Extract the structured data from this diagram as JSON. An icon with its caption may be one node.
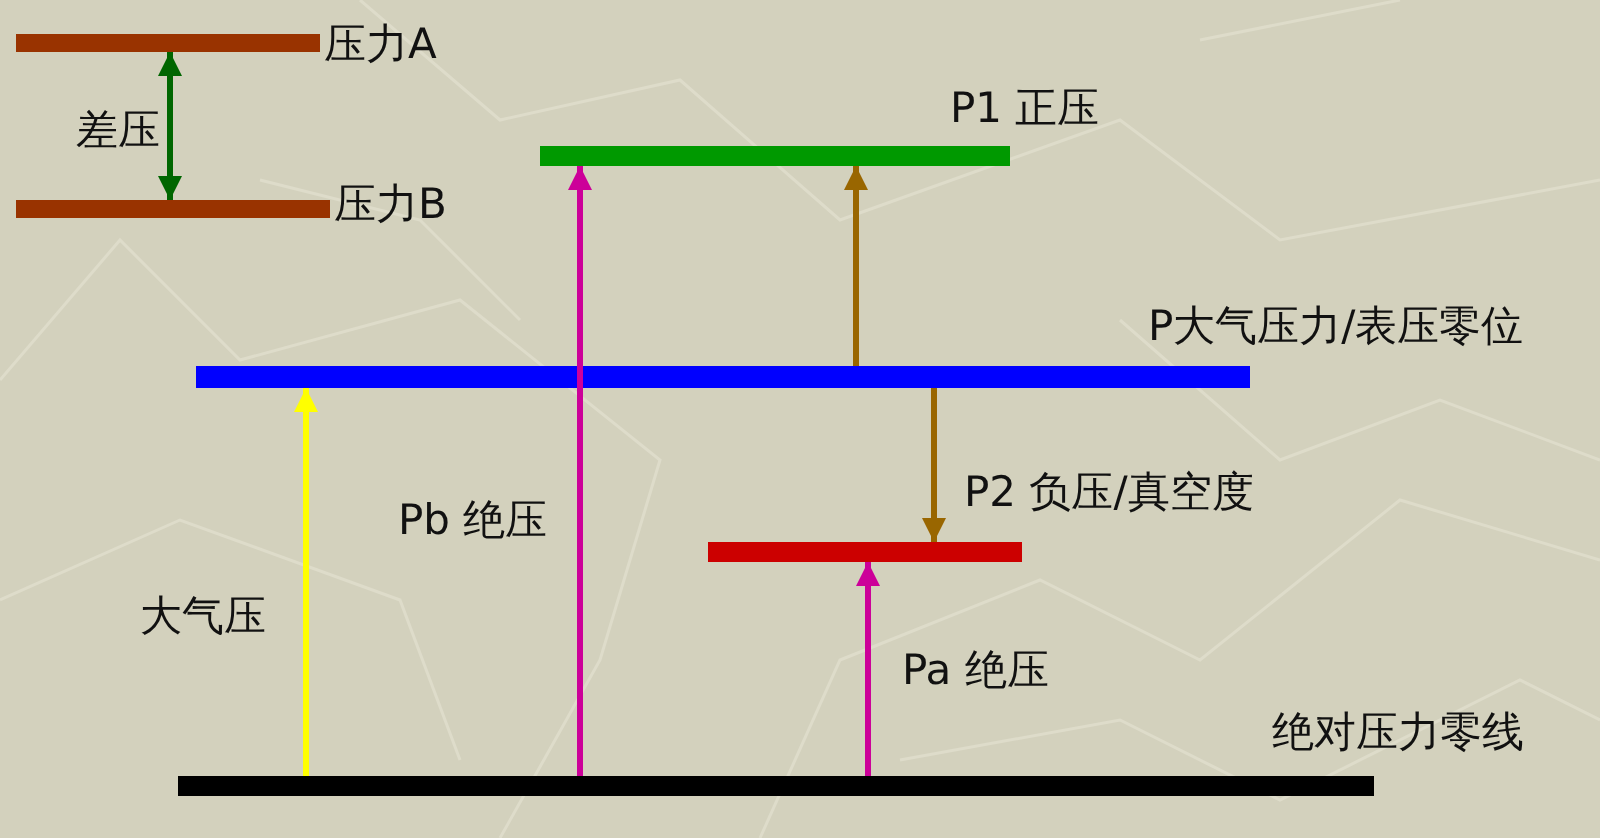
{
  "diagram": {
    "nodes": [
      {
        "text": [
          "压力A"
        ]
      },
      {
        "text": [
          "压力B"
        ]
      },
      {
        "text": [
          "P1 正压"
        ]
      },
      {
        "text": [
          "P大气压力/表压零位"
        ]
      },
      {
        "text": [
          "P2 负压/真空度"
        ]
      },
      {
        "text": [
          "绝对压力零线"
        ]
      }
    ],
    "edges": [
      {
        "from": 0,
        "to": 1,
        "arrow": "both",
        "label": "差压",
        "color": "#006600"
      },
      {
        "from": 5,
        "to": 2,
        "arrow": "to",
        "label": "Pb 绝压",
        "color": "#cc0099"
      },
      {
        "from": 3,
        "to": 2,
        "arrow": "to",
        "color": "#996600"
      },
      {
        "from": 3,
        "to": 4,
        "arrow": "to",
        "color": "#996600"
      },
      {
        "from": 5,
        "to": 4,
        "arrow": "to",
        "label": "Pa 绝压",
        "color": "#cc0099"
      },
      {
        "from": 5,
        "to": 3,
        "arrow": "to",
        "label": "大气压",
        "color": "#ffff00"
      }
    ]
  }
}
